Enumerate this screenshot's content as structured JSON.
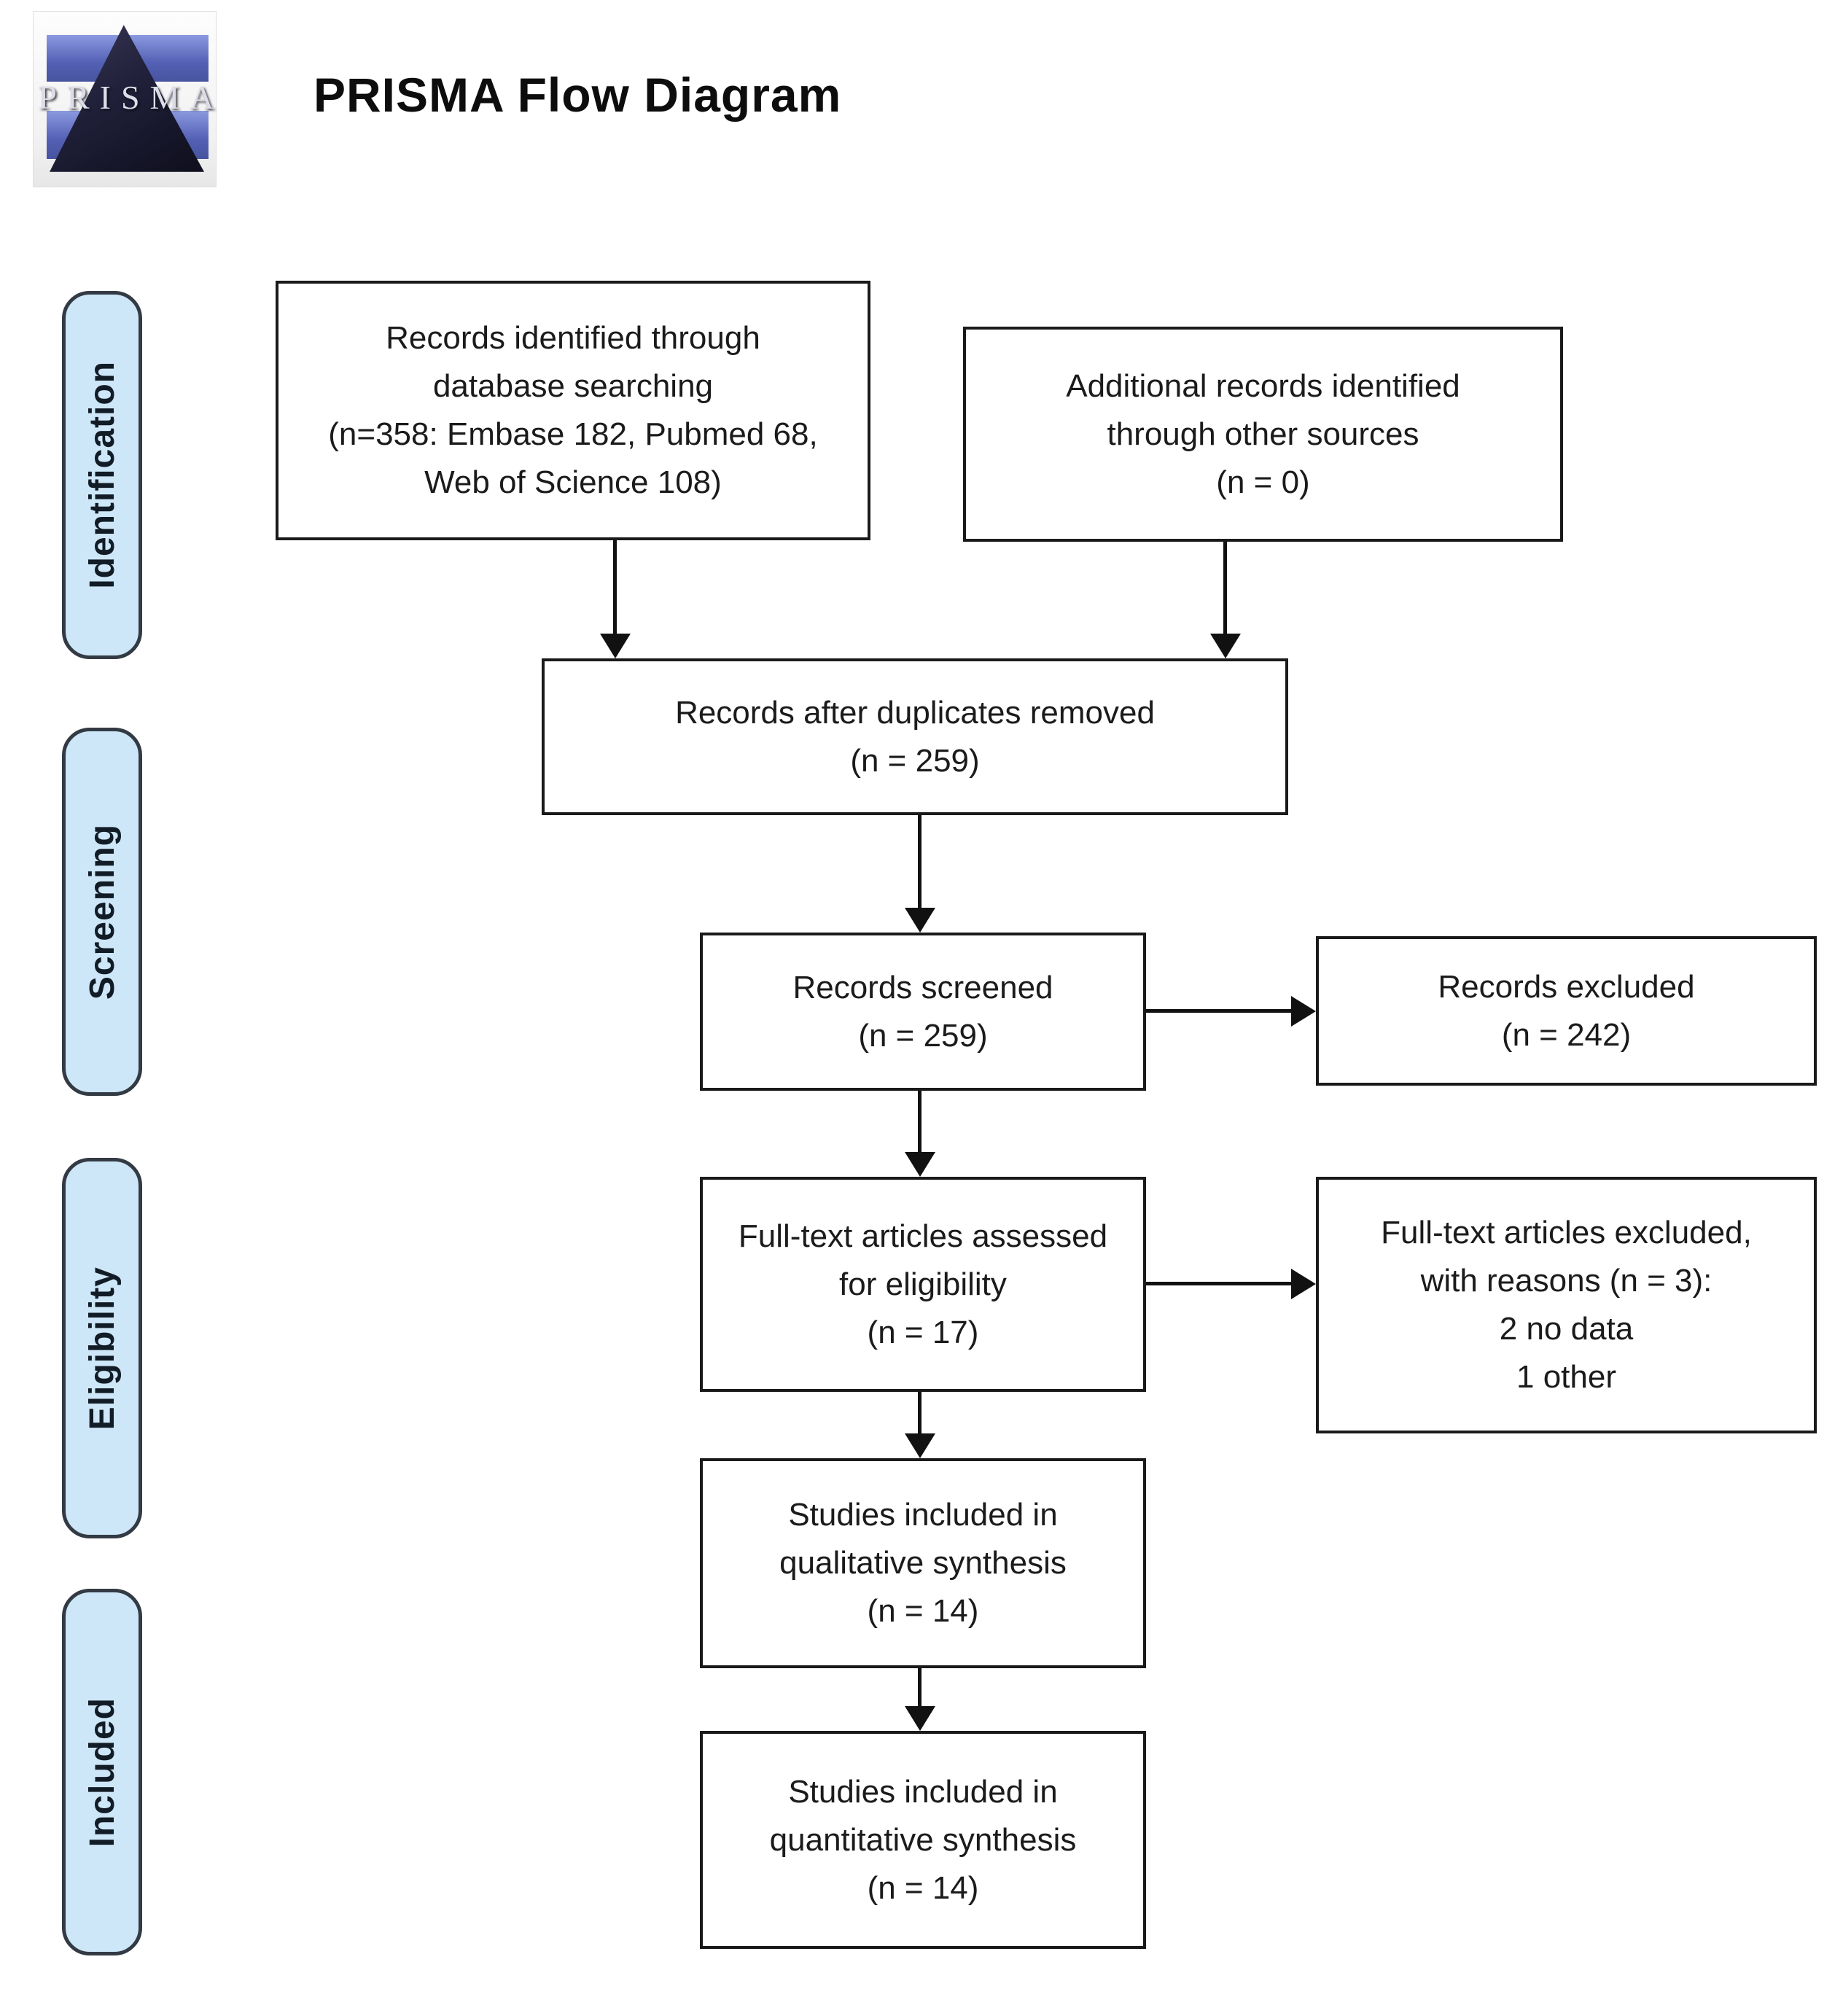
{
  "title": "PRISMA Flow Diagram",
  "logo": {
    "wordmark": "PRISMA"
  },
  "sidebar": {
    "stages": [
      {
        "label": "Identification"
      },
      {
        "label": "Screening"
      },
      {
        "label": "Eligibility"
      },
      {
        "label": "Included"
      }
    ]
  },
  "flow": {
    "records_identified": "Records identified through\ndatabase searching\n(n=358: Embase 182, Pubmed 68,\nWeb of Science 108)",
    "additional_records": "Additional records identified\nthrough other sources\n(n = 0)",
    "duplicates_removed": "Records after duplicates removed\n(n = 259)",
    "records_screened": "Records screened\n(n = 259)",
    "records_excluded": "Records excluded\n(n = 242)",
    "fulltext_assessed": "Full-text articles assessed\nfor eligibility\n(n = 17)",
    "fulltext_excluded": "Full-text articles excluded,\nwith reasons (n = 3):\n2 no data\n1 other",
    "qualitative_included": "Studies included in\nqualitative synthesis\n(n = 14)",
    "quantitative_included": "Studies included in\nquantitative synthesis\n(n = 14)"
  },
  "counts": {
    "identified_total": 358,
    "embase": 182,
    "pubmed": 68,
    "web_of_science": 108,
    "other_sources": 0,
    "after_duplicates": 259,
    "screened": 259,
    "excluded": 242,
    "fulltext_assessed": 17,
    "fulltext_excluded_with_reasons": 3,
    "fulltext_excluded_no_data": 2,
    "fulltext_excluded_other": 1,
    "qualitative_synthesis": 14,
    "quantitative_synthesis": 14
  },
  "colors": {
    "stage_fill": "#cde7f8",
    "stage_border": "#333a44",
    "box_border": "#1a1a1a",
    "box_fill": "#ffffff",
    "arrow": "#111111",
    "logo_blue": "#5360b4",
    "logo_triangle": "#1c1c30",
    "text": "#1b1b1b"
  }
}
